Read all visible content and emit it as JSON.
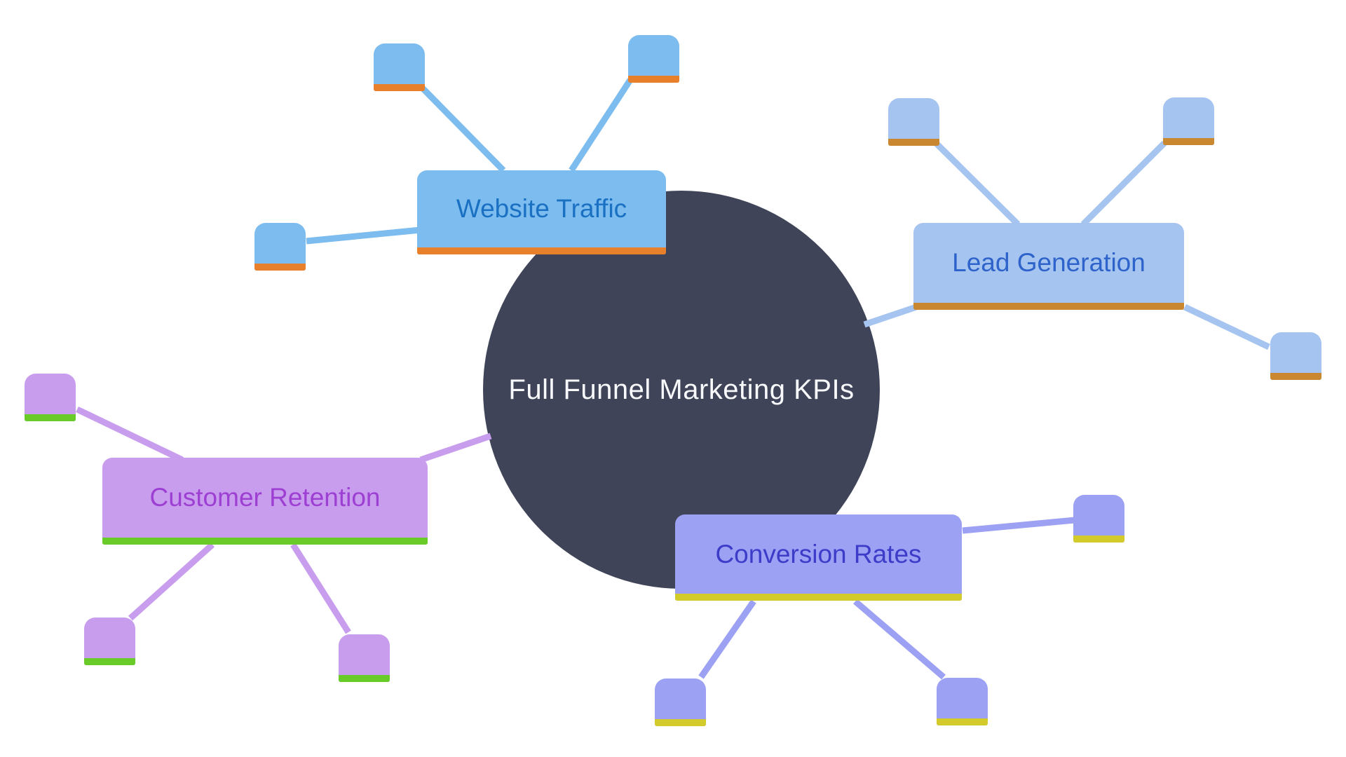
{
  "diagram": {
    "background": "#ffffff",
    "center": {
      "label": "Full Funnel Marketing KPIs",
      "bg": "#3f4458",
      "text_color": "#f8f9fb"
    },
    "branches": [
      {
        "key": "website_traffic",
        "label": "Website Traffic",
        "fill": "#7cbcee",
        "text_color": "#1a70c2",
        "accent": "#e8802b",
        "leaf_count": 3
      },
      {
        "key": "lead_generation",
        "label": "Lead Generation",
        "fill": "#a6c4f0",
        "text_color": "#2d63ca",
        "accent": "#c9872f",
        "leaf_count": 3
      },
      {
        "key": "customer_retention",
        "label": "Customer Retention",
        "fill": "#c99ded",
        "text_color": "#9d3fd2",
        "accent": "#68cb28",
        "leaf_count": 3
      },
      {
        "key": "conversion_rates",
        "label": "Conversion Rates",
        "fill": "#9ca1f3",
        "text_color": "#3c3cc9",
        "accent": "#d3ca2b",
        "leaf_count": 3
      }
    ]
  }
}
